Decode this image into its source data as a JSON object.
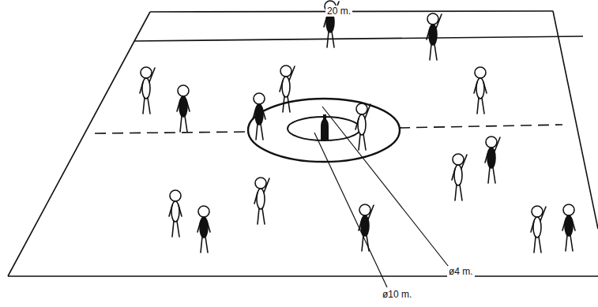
{
  "diagram": {
    "labels": [
      "20 m.",
      "ø4 m.",
      "ø10 m."
    ]
  }
}
